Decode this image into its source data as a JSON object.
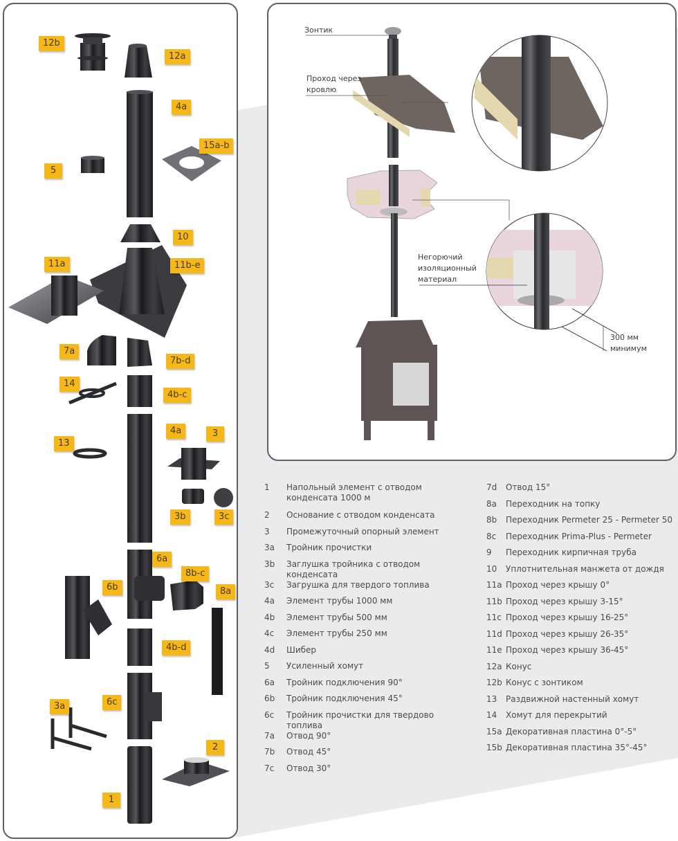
{
  "colors": {
    "badge": "#f6b819",
    "panel_border": "#5b6066",
    "background_wedge": "#ebebed",
    "pipe": "#2c2d30",
    "roof": "#6e6560",
    "wood": "#e5d8b0",
    "ceiling": "#e9d5de",
    "stove": "#5e5453"
  },
  "parts_panel": {
    "badges": [
      {
        "id": "12b",
        "label": "12b"
      },
      {
        "id": "12a",
        "label": "12a"
      },
      {
        "id": "4a-top",
        "label": "4a"
      },
      {
        "id": "15a-b",
        "label": "15a-b"
      },
      {
        "id": "5",
        "label": "5"
      },
      {
        "id": "10",
        "label": "10"
      },
      {
        "id": "11a",
        "label": "11a"
      },
      {
        "id": "11b-e",
        "label": "11b-e"
      },
      {
        "id": "7a",
        "label": "7a"
      },
      {
        "id": "7b-d",
        "label": "7b-d"
      },
      {
        "id": "14",
        "label": "14"
      },
      {
        "id": "4b-c",
        "label": "4b-c"
      },
      {
        "id": "4a-mid",
        "label": "4a"
      },
      {
        "id": "3",
        "label": "3"
      },
      {
        "id": "13",
        "label": "13"
      },
      {
        "id": "3b",
        "label": "3b"
      },
      {
        "id": "3c",
        "label": "3c"
      },
      {
        "id": "6a",
        "label": "6a"
      },
      {
        "id": "8b-c",
        "label": "8b-c"
      },
      {
        "id": "6b",
        "label": "6b"
      },
      {
        "id": "8a",
        "label": "8a"
      },
      {
        "id": "4b-d",
        "label": "4b-d"
      },
      {
        "id": "3a",
        "label": "3a"
      },
      {
        "id": "6c",
        "label": "6c"
      },
      {
        "id": "2",
        "label": "2"
      },
      {
        "id": "1",
        "label": "1"
      }
    ]
  },
  "install_panel": {
    "callouts": {
      "cap": "Зонтик",
      "roof_pass_line1": "Проход через",
      "roof_pass_line2": "кровлю",
      "insulation_line1": "Негорючий",
      "insulation_line2": "изоляционный",
      "insulation_line3": "материал",
      "clearance_line1": "300 мм",
      "clearance_line2": "минимум"
    }
  },
  "legend": {
    "left": [
      {
        "code": "1",
        "text": "Напольный элемент с отводом конденсата 1000 м"
      },
      {
        "code": "2",
        "text": "Основание с отводом конденсата"
      },
      {
        "code": "3",
        "text": "Промежуточный опорный элемент"
      },
      {
        "code": "3a",
        "text": "Тройник прочистки"
      },
      {
        "code": "3b",
        "text": "Заглушка тройника с отводом конденсата"
      },
      {
        "code": "3c",
        "text": "Загрушка для твердого топлива"
      },
      {
        "code": "4a",
        "text": "Элемент трубы 1000 мм"
      },
      {
        "code": "4b",
        "text": "Элемент трубы 500 мм"
      },
      {
        "code": "4c",
        "text": "Элемент трубы 250 мм"
      },
      {
        "code": "4d",
        "text": "Шибер"
      },
      {
        "code": "5",
        "text": "Усиленный хомут"
      },
      {
        "code": "6a",
        "text": "Тройник подключения 90°"
      },
      {
        "code": "6b",
        "text": "Тройник подключения 45°"
      },
      {
        "code": "6c",
        "text": "Тройник прочистки для твердово топлива"
      },
      {
        "code": "7a",
        "text": "Отвод 90°"
      },
      {
        "code": "7b",
        "text": "Отвод 45°"
      },
      {
        "code": "7c",
        "text": "Отвод 30°"
      }
    ],
    "right": [
      {
        "code": "7d",
        "text": "Отвод 15°"
      },
      {
        "code": "8a",
        "text": "Переходник на топку"
      },
      {
        "code": "8b",
        "text": "Переходник Permeter 25 - Permeter 50"
      },
      {
        "code": "8c",
        "text": "Переходник Prima-Plus - Permeter"
      },
      {
        "code": "9",
        "text": "Переходник кирпичная труба"
      },
      {
        "code": "10",
        "text": "Уплотнительная манжета от дождя"
      },
      {
        "code": "11a",
        "text": "Проход через крышу 0°"
      },
      {
        "code": "11b",
        "text": "Проход через крышу 3-15°"
      },
      {
        "code": "11c",
        "text": "Проход через крышу 16-25°"
      },
      {
        "code": "11d",
        "text": "Проход через крышу 26-35°"
      },
      {
        "code": "11e",
        "text": "Проход через крышу 36-45°"
      },
      {
        "code": "12a",
        "text": "Конус"
      },
      {
        "code": "12b",
        "text": "Конус с зонтиком"
      },
      {
        "code": "13",
        "text": "Раздвижной настенный хомут"
      },
      {
        "code": "14",
        "text": "Хомут для перекрытий"
      },
      {
        "code": "15a",
        "text": "Декоративная пластина 0°-5°"
      },
      {
        "code": "15b",
        "text": "Декоративная пластина 35°-45°"
      }
    ]
  }
}
